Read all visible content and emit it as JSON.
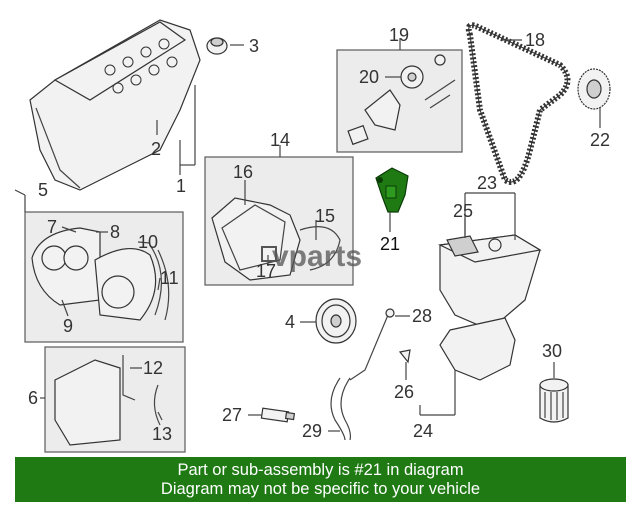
{
  "labels": {
    "l1": "1",
    "l2": "2",
    "l3": "3",
    "l4": "4",
    "l5": "5",
    "l6": "6",
    "l7": "7",
    "l8": "8",
    "l9": "9",
    "l10": "10",
    "l11": "11",
    "l12": "12",
    "l13": "13",
    "l14": "14",
    "l15": "15",
    "l16": "16",
    "l17": "17",
    "l18": "18",
    "l19": "19",
    "l20": "20",
    "l21": "21",
    "l22": "22",
    "l23": "23",
    "l24": "24",
    "l25": "25",
    "l26": "26",
    "l27": "27",
    "l28": "28",
    "l29": "29",
    "l30": "30"
  },
  "highlight_part": "21",
  "highlight_color": "#1f7a14",
  "watermark": "vparts",
  "banner": {
    "line1": "Part or sub-assembly is #21 in diagram",
    "line2": "Diagram may not be specific to your vehicle",
    "background": "#1f7a14"
  }
}
